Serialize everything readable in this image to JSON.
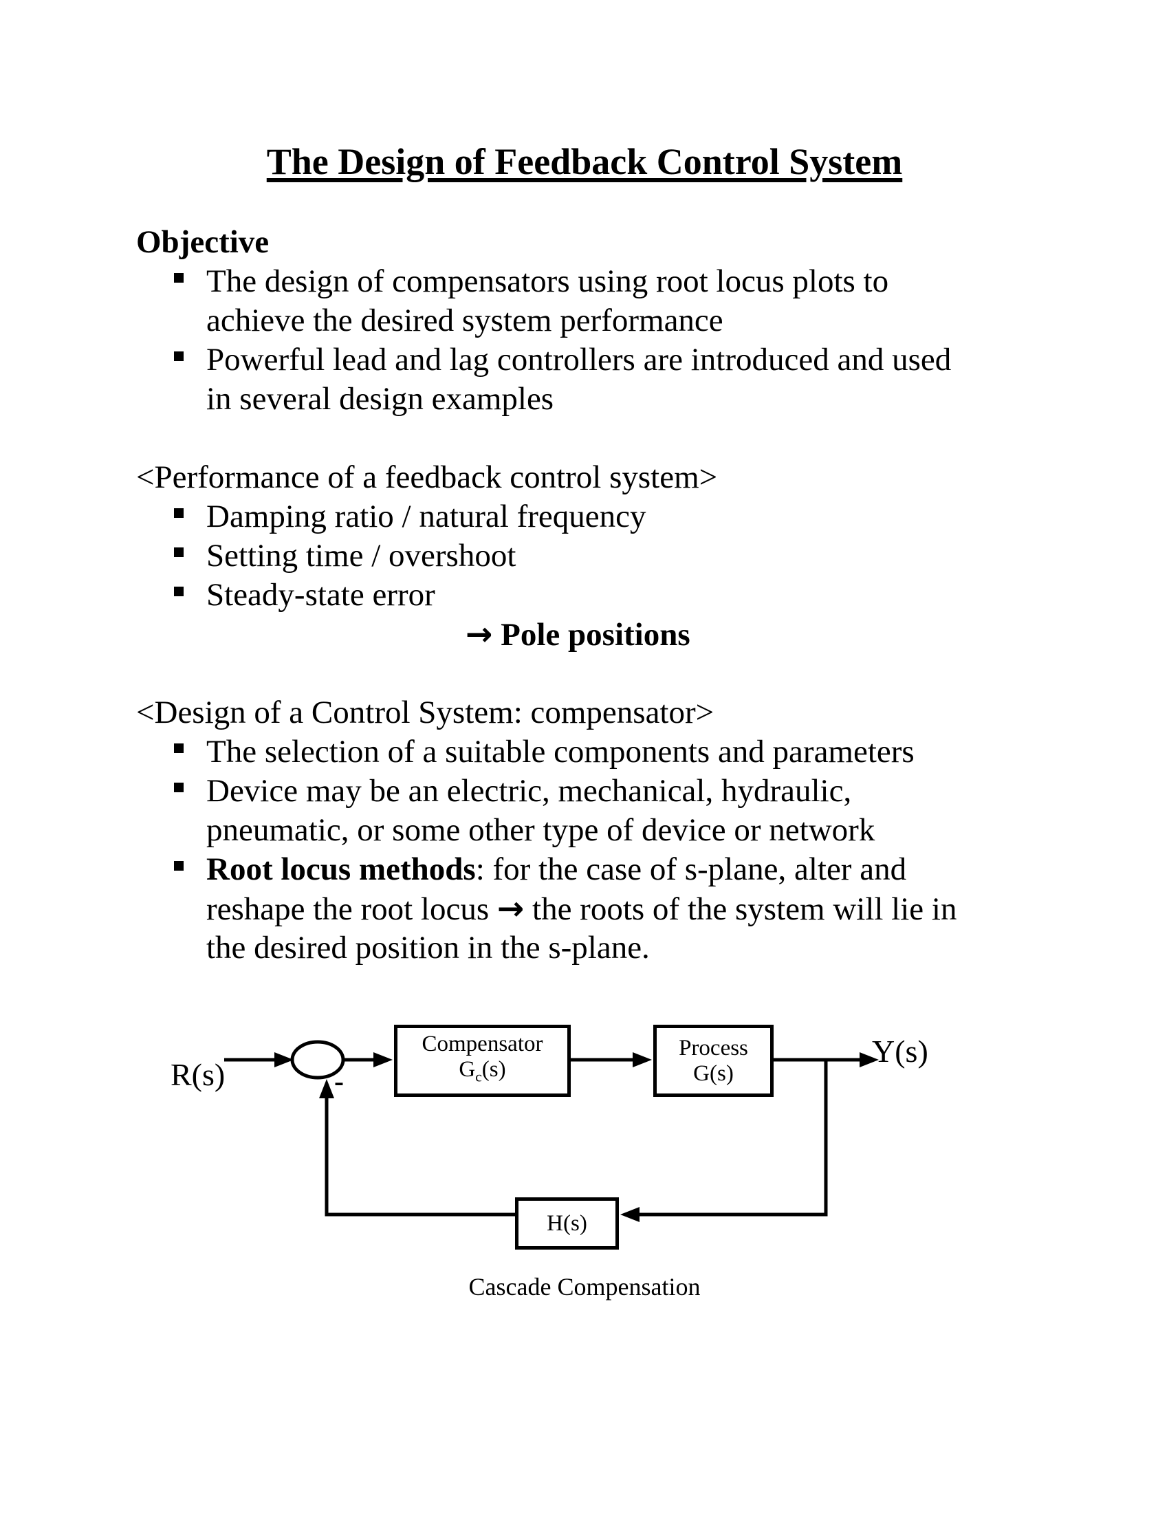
{
  "title": "The Design of Feedback Control System",
  "sections": {
    "objective": {
      "heading": "Objective",
      "bullet1_line1": "The design of compensators using root locus plots to",
      "bullet1_line2": "achieve the desired system performance",
      "bullet2_line1": "Powerful lead and lag controllers are introduced and used",
      "bullet2_line2": "in several design examples"
    },
    "performance": {
      "heading": "<Performance of a feedback control system>",
      "bullet1": "Damping ratio / natural frequency",
      "bullet2": "Setting time / overshoot",
      "bullet3": "Steady-state error",
      "arrow": "→",
      "conclusion": "Pole positions"
    },
    "design": {
      "heading": "<Design of a Control System: compensator>",
      "bullet1": "The selection of a suitable components and parameters",
      "bullet2_line1": "Device may be an electric, mechanical, hydraulic,",
      "bullet2_line2": "pneumatic, or some other type of device or network",
      "bullet3_bold": "Root locus methods",
      "bullet3_rest": ": for the case of s-plane, alter and",
      "bullet3_line2_pre": "reshape the root locus ",
      "bullet3_arrow": "→",
      "bullet3_line2_post": " the roots of the system will lie in",
      "bullet3_line3": "the desired position in the s-plane."
    }
  },
  "diagram": {
    "input_label": "R(s)",
    "output_label": "Y(s)",
    "minus_sign": "-",
    "compensator_line1": "Compensator",
    "compensator_g": "G",
    "compensator_sub": "c",
    "compensator_paren": "(s)",
    "process_line1": "Process",
    "process_line2": "G(s)",
    "feedback_label": "H(s)",
    "caption": "Cascade Compensation",
    "line_color": "#000000"
  }
}
